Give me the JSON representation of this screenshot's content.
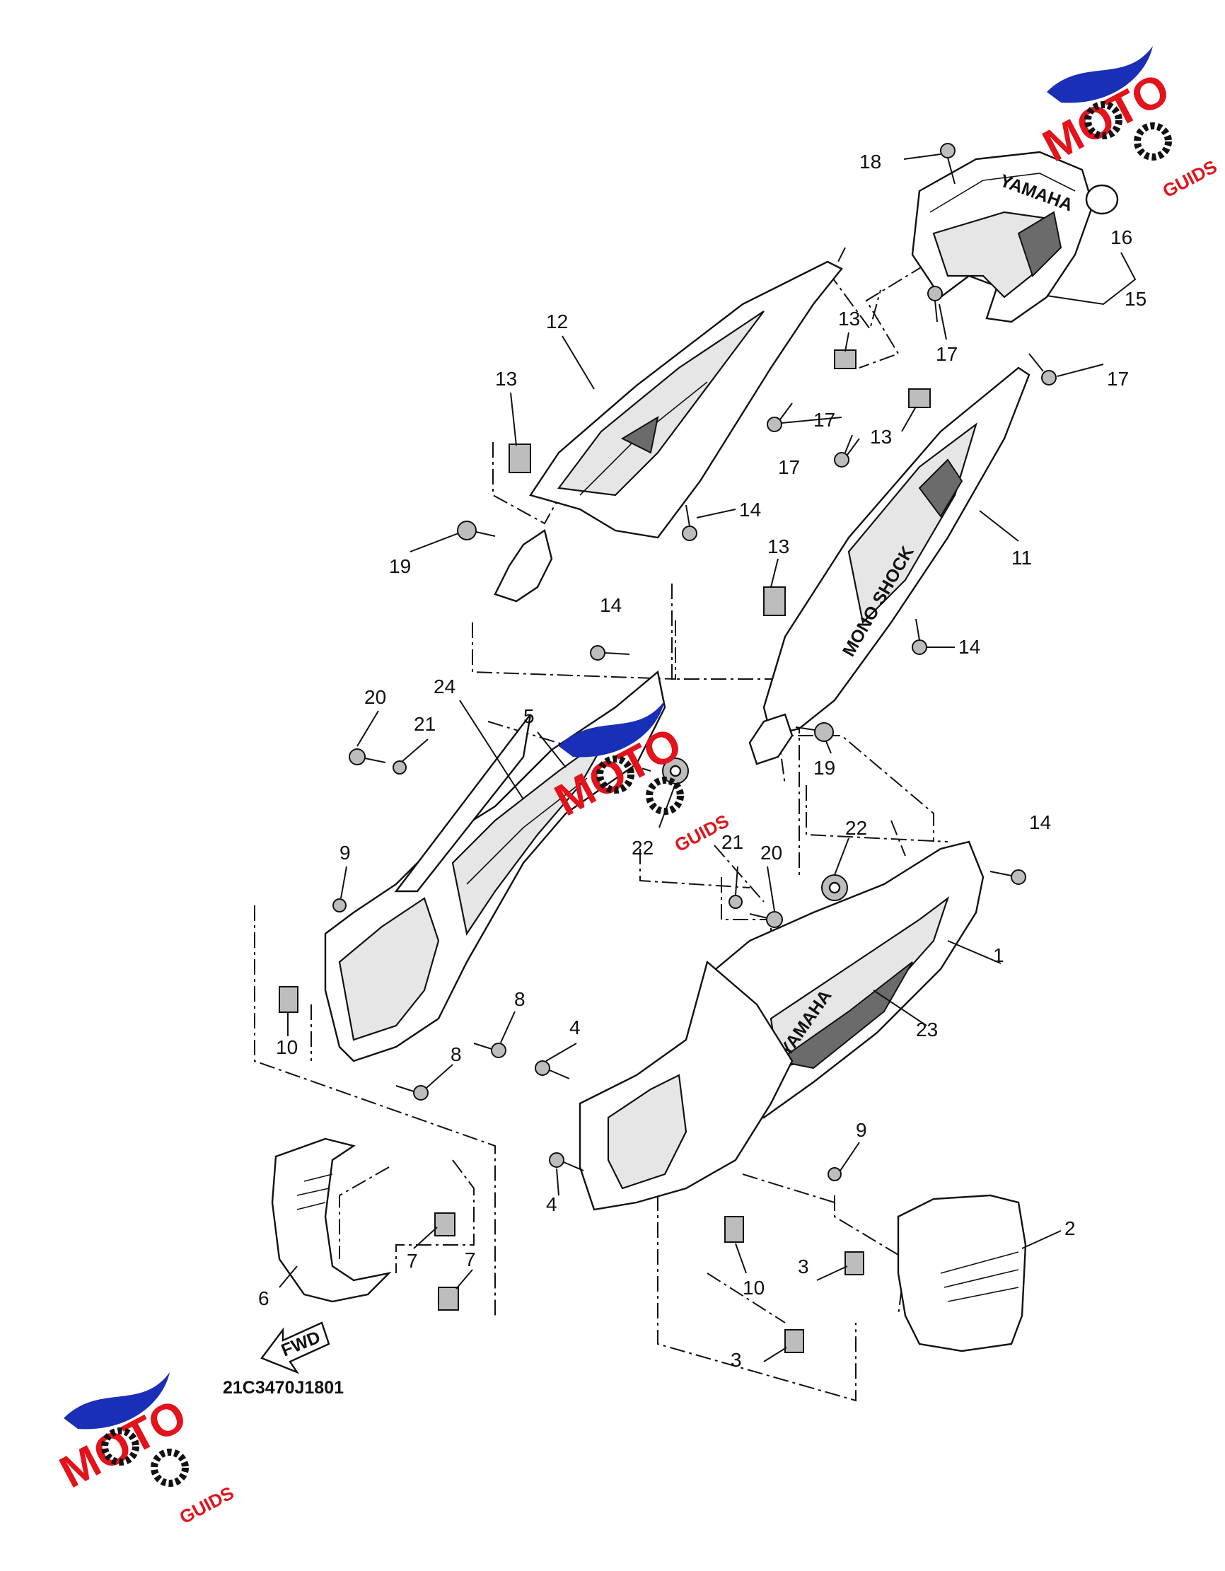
{
  "diagram": {
    "part_code": "21C3470J1801",
    "fwd_label": "FWD",
    "decal_text_rear": "YAMAHA",
    "decal_text_side": "YAMAHA",
    "decal_text_model": "MONO SHOCK",
    "callouts": [
      {
        "id": "c1",
        "text": "1"
      },
      {
        "id": "c2",
        "text": "2"
      },
      {
        "id": "c3a",
        "text": "3"
      },
      {
        "id": "c3b",
        "text": "3"
      },
      {
        "id": "c4a",
        "text": "4"
      },
      {
        "id": "c4b",
        "text": "4"
      },
      {
        "id": "c5",
        "text": "5"
      },
      {
        "id": "c6",
        "text": "6"
      },
      {
        "id": "c7a",
        "text": "7"
      },
      {
        "id": "c7b",
        "text": "7"
      },
      {
        "id": "c8a",
        "text": "8"
      },
      {
        "id": "c8b",
        "text": "8"
      },
      {
        "id": "c9a",
        "text": "9"
      },
      {
        "id": "c9b",
        "text": "9"
      },
      {
        "id": "c10a",
        "text": "10"
      },
      {
        "id": "c10b",
        "text": "10"
      },
      {
        "id": "c11",
        "text": "11"
      },
      {
        "id": "c12",
        "text": "12"
      },
      {
        "id": "c13a",
        "text": "13"
      },
      {
        "id": "c13b",
        "text": "13"
      },
      {
        "id": "c13c",
        "text": "13"
      },
      {
        "id": "c13d",
        "text": "13"
      },
      {
        "id": "c14a",
        "text": "14"
      },
      {
        "id": "c14b",
        "text": "14"
      },
      {
        "id": "c14c",
        "text": "14"
      },
      {
        "id": "c14d",
        "text": "14"
      },
      {
        "id": "c15",
        "text": "15"
      },
      {
        "id": "c16",
        "text": "16"
      },
      {
        "id": "c17a",
        "text": "17"
      },
      {
        "id": "c17b",
        "text": "17"
      },
      {
        "id": "c17c",
        "text": "17"
      },
      {
        "id": "c17d",
        "text": "17"
      },
      {
        "id": "c18",
        "text": "18"
      },
      {
        "id": "c19a",
        "text": "19"
      },
      {
        "id": "c19b",
        "text": "19"
      },
      {
        "id": "c20a",
        "text": "20"
      },
      {
        "id": "c20b",
        "text": "20"
      },
      {
        "id": "c21a",
        "text": "21"
      },
      {
        "id": "c21b",
        "text": "21"
      },
      {
        "id": "c22a",
        "text": "22"
      },
      {
        "id": "c22b",
        "text": "22"
      },
      {
        "id": "c23",
        "text": "23"
      },
      {
        "id": "c24",
        "text": "24"
      }
    ]
  },
  "watermark": {
    "brand_main": "MOTO",
    "brand_sub": "GUIDS",
    "colors": {
      "swoosh": "#1a2fb8",
      "accent": "#e3121b",
      "gear": "#111111"
    }
  }
}
